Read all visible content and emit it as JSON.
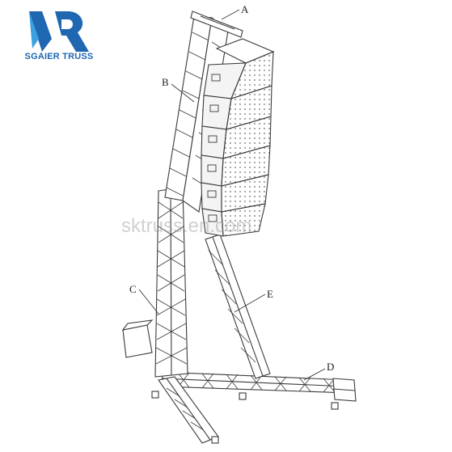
{
  "brand": {
    "name": "SGAIER TRUSS",
    "colors": {
      "primary": "#1f67b1",
      "secondary": "#3aa0e0"
    }
  },
  "watermark": {
    "text": "sktruss.en.com"
  },
  "callouts": {
    "a": "A",
    "b": "B",
    "c": "C",
    "d": "D",
    "e": "E"
  },
  "colors": {
    "line": "#3a3a3a",
    "face": "#ffffff",
    "speaker_face": "#f4f4f4"
  }
}
